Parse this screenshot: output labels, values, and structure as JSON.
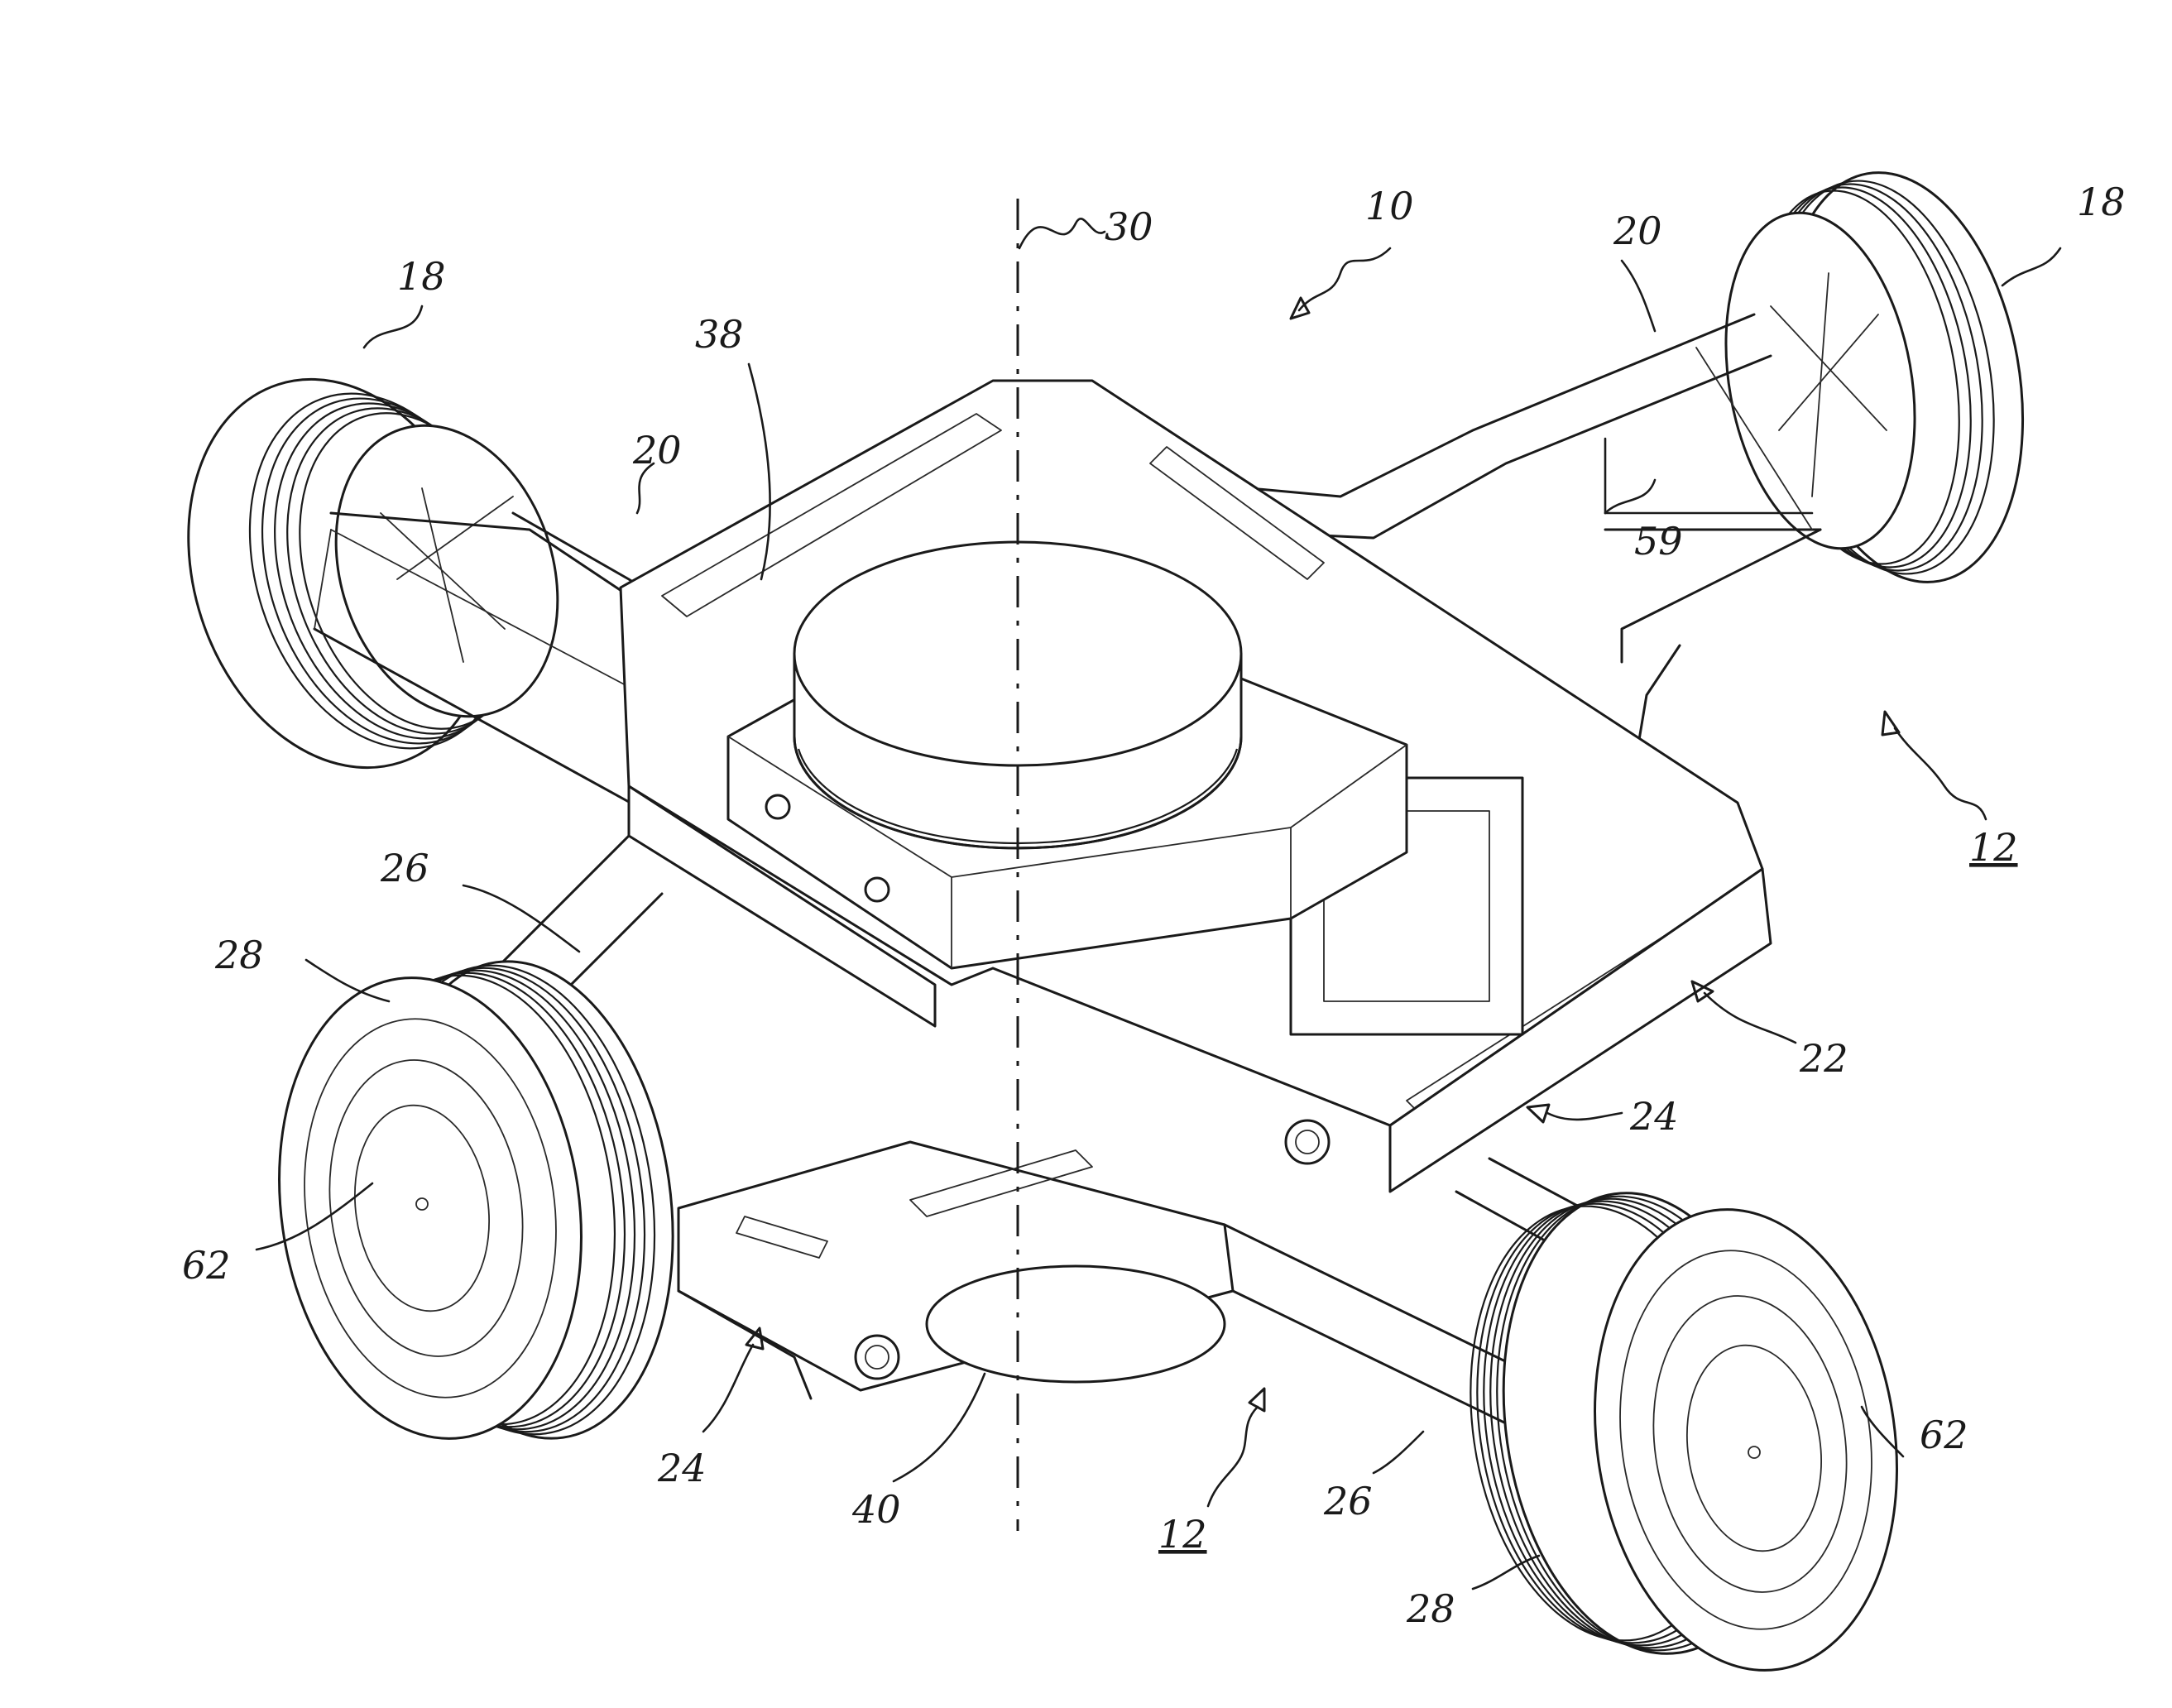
{
  "figure": {
    "reference_numerals": {
      "n10": "10",
      "n12_right": "12",
      "n12_bottom": "12",
      "n18_left": "18",
      "n18_right": "18",
      "n20_left": "20",
      "n20_right": "20",
      "n22": "22",
      "n24_right": "24",
      "n24_left": "24",
      "n26_left": "26",
      "n26_bottom": "26",
      "n28_left": "28",
      "n28_bottom": "28",
      "n30": "30",
      "n38": "38",
      "n40": "40",
      "n59": "59",
      "n62_left": "62",
      "n62_right": "62"
    }
  }
}
